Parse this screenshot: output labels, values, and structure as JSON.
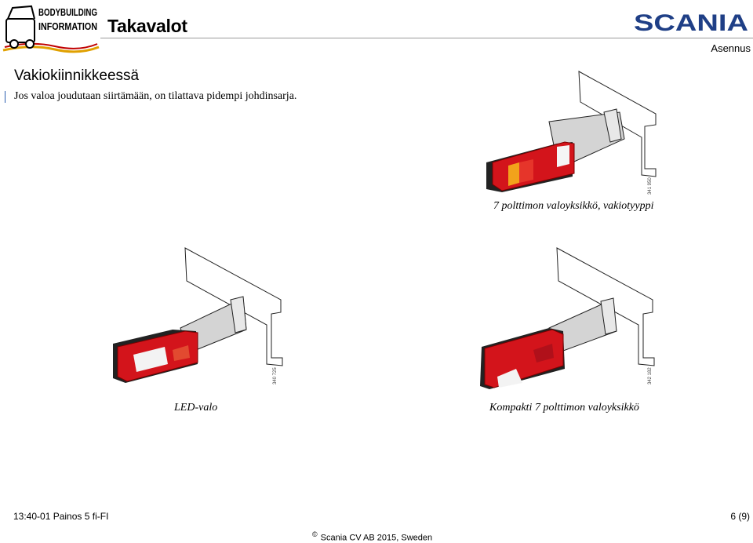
{
  "header": {
    "logo_line1": "BODYBUILDING",
    "logo_line2": "INFORMATION",
    "title": "Takavalot",
    "brand": "SCANIA",
    "section": "Asennus"
  },
  "content": {
    "heading": "Vakiokiinnikkeessä",
    "note": "Jos valoa joudutaan siirtämään, on tilattava pidempi johdinsarja."
  },
  "figures": [
    {
      "caption": "7 polttimon valoyksikkö, vakiotyyppi",
      "id": "341 950"
    },
    {
      "caption": "LED-valo",
      "id": "340 725"
    },
    {
      "caption": "Kompakti 7 polttimon valoyksikkö",
      "id": "342 182"
    }
  ],
  "footer": {
    "doc_ref": "13:40-01 Painos 5  fi-FI",
    "page": "6 (9)",
    "copyright_symbol": "©",
    "copyright": "Scania CV AB 2015, Sweden"
  },
  "colors": {
    "lamp_red": "#d3141b",
    "indicator_amber": "#f2a21b",
    "bracket_grey": "#d4d4d4"
  }
}
